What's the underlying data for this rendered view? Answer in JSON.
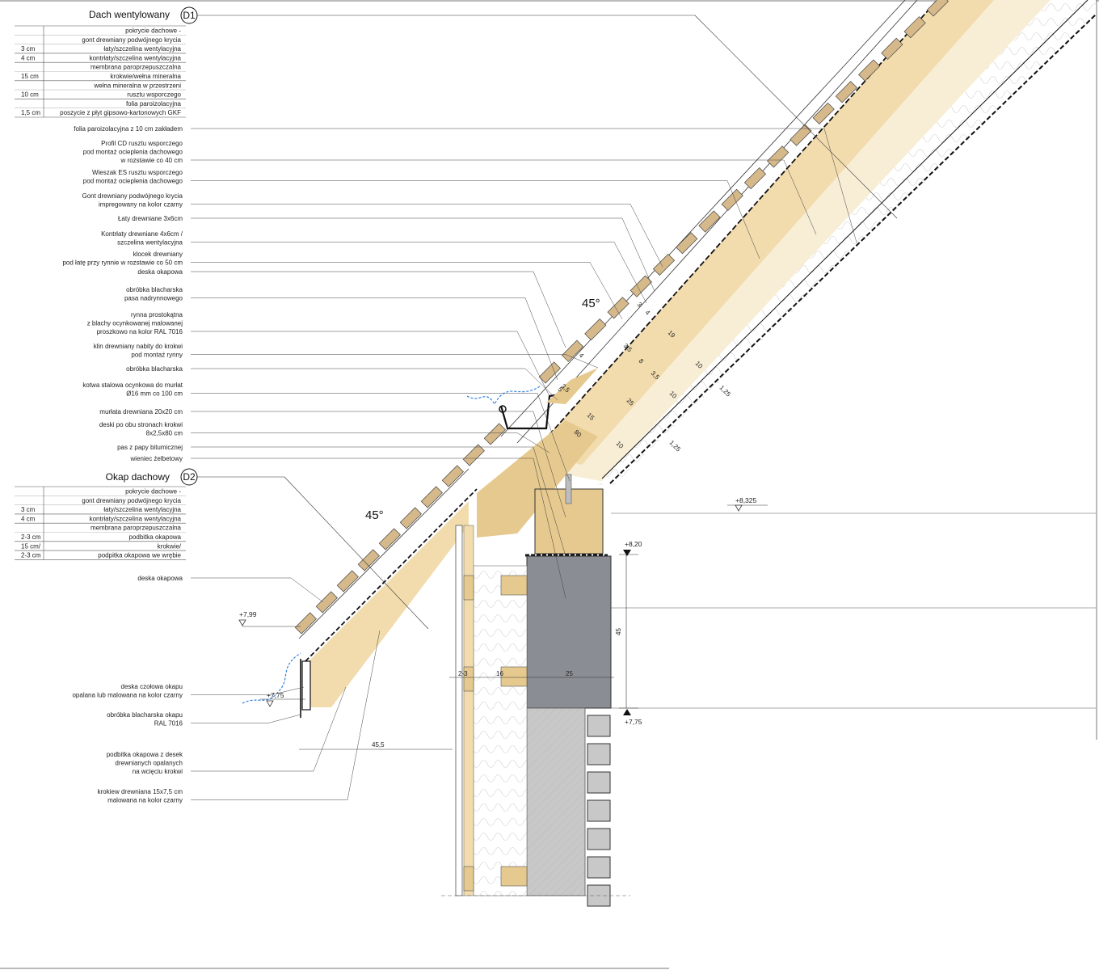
{
  "colors": {
    "wood": "#f2dcae",
    "woodDark": "#e6c98e",
    "insulation": "#f8eed6",
    "shingle": "#d6b98a",
    "concrete": "#8a8d93",
    "brick": "#c8c8c8",
    "air_arrow": "#2e7fe0"
  },
  "d1": {
    "title": "Dach wentylowany",
    "marker": "D1",
    "layers": [
      {
        "thk": "",
        "name": "pokrycie dachowe -"
      },
      {
        "thk": "",
        "name": "gont drewniany podwójnego krycia"
      },
      {
        "thk": "3 cm",
        "name": "łaty/szczelina wentylacyjna"
      },
      {
        "thk": "4 cm",
        "name": "kontrłaty/szczelina wentylacyjna"
      },
      {
        "thk": "",
        "name": "membrana paroprzepuszczalna"
      },
      {
        "thk": "15 cm",
        "name": "krokwie/wełna mineralna"
      },
      {
        "thk": "",
        "name": "wełna mineralna w przestrzeni"
      },
      {
        "thk": "10 cm",
        "name": "rusztu wsporczego"
      },
      {
        "thk": "",
        "name": "folia paroizolacyjna"
      },
      {
        "thk": "1,5 cm",
        "name": "poszycie z płyt gipsowo-kartonowych GKF"
      }
    ]
  },
  "d2": {
    "title": "Okap dachowy",
    "marker": "D2",
    "layers": [
      {
        "thk": "",
        "name": "pokrycie dachowe -"
      },
      {
        "thk": "",
        "name": "gont drewniany podwójnego krycia"
      },
      {
        "thk": "3 cm",
        "name": "łaty/szczelina wentylacyjna"
      },
      {
        "thk": "4 cm",
        "name": "kontrłaty/szczelina wentylacyjna"
      },
      {
        "thk": "",
        "name": "membrana paroprzepuszczalna"
      },
      {
        "thk": "2-3 cm",
        "name": "podbitka okapowa"
      },
      {
        "thk": "15 cm/",
        "name": "krokwie/"
      },
      {
        "thk": "2-3 cm",
        "name": "podpitka okapowa we wrębie"
      }
    ]
  },
  "callouts_upper": [
    [
      "folia paroizolacyjna z 10 cm zakładem"
    ],
    [
      "Profil CD rusztu wsporczego",
      "pod montaż ocieplenia dachowego",
      "w rozstawie co 40 cm"
    ],
    [
      "Wieszak ES rusztu wsporczego",
      "pod montaż ocieplenia dachowego"
    ],
    [
      "Gont drewniany podwójnego krycia",
      "impregowany na kolor czarny"
    ],
    [
      "Łaty drewniane 3x6cm"
    ],
    [
      "Kontrłaty drewniane 4x6cm /",
      "szczelina wentylacyjna"
    ],
    [
      "klocek drewniany",
      "pod łatę przy rynnie w rozstawie co 50 cm"
    ],
    [
      "deska okapowa"
    ],
    [
      "obróbka blacharska",
      "pasa nadrynnowego"
    ],
    [
      "rynna prostokątna",
      "z blachy ocynkowanej malowanej",
      "proszkowo na kolor RAL 7016"
    ],
    [
      "klin drewniany nabity do krokwi",
      "pod montaż rynny"
    ],
    [
      "obróbka blacharska"
    ],
    [
      "kotwa stalowa ocynkowa do murłat",
      "Ø16 mm co 100 cm"
    ],
    [
      "murłata drewniana 20x20 cm"
    ],
    [
      "deski po obu stronach krokwi",
      "8x2,5x80 cm"
    ],
    [
      "pas z papy bitumicznej"
    ],
    [
      "wieniec żelbetowy"
    ]
  ],
  "callouts_lower": [
    [
      "deska okapowa"
    ],
    [
      "deska czołowa okapu",
      "opalana lub malowana na kolor czarny"
    ],
    [
      "obróbka blacharska okapu",
      "RAL 7016"
    ],
    [
      "podbitka okapowa z desek",
      "drewnianych opalanych",
      "na wcięciu krokwi"
    ],
    [
      "krokiew drewniana 15x7,5 cm",
      "malowana na kolor czarny"
    ]
  ],
  "angles": [
    "45°",
    "45°"
  ],
  "levels": [
    "+8,325",
    "+8,20",
    "+7,99",
    "+7,75",
    "+7,75"
  ],
  "dims": {
    "roof": [
      "3",
      "4",
      "19",
      "3,5",
      "4",
      "3,5",
      "8",
      "3,5",
      "25",
      "15",
      "80",
      "10",
      "10",
      "10",
      "1,25",
      "1,25",
      "5"
    ],
    "wall": [
      "2-3",
      "16",
      "25",
      "45",
      "45,5"
    ]
  }
}
